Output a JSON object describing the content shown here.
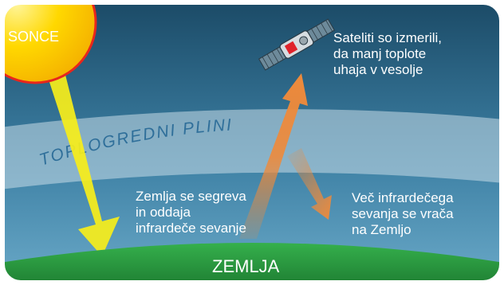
{
  "labels": {
    "sun": "SONCE",
    "ground": "ZEMLJA",
    "greenhouse_gases": "TOPLOGREDNI PLINI",
    "satellite_note": "Sateliti so izmerili,\nda manj toplote\nuhaja v vesolje",
    "earth_emission": "Zemlja se segreva\nin oddaja\ninfrardeče sevanje",
    "reflected_radiation": "Več infrardečega\nsevanja se vrača\nna Zemljo"
  },
  "colors": {
    "sky_top": "#1d4f6b",
    "sky_bottom": "#5c9fc0",
    "sun": "#ffd500",
    "sun_edge": "#e8261c",
    "sunbeam": "#f7ee1a",
    "infrared": "#ee8a3b",
    "ground": "#2ea043",
    "gas_layer": "#b4cedd",
    "gas_text": "#2f6f9a",
    "border": "#ffffff"
  },
  "icons": {
    "satellite": "satellite-icon"
  }
}
